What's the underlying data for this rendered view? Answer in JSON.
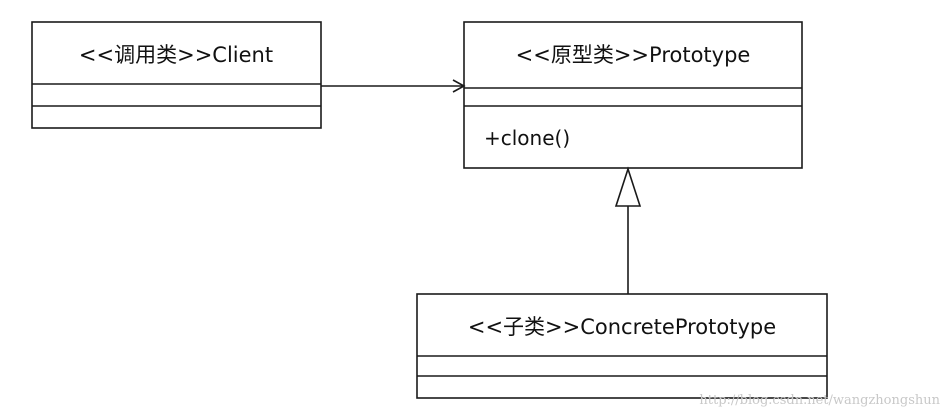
{
  "classes": {
    "client": {
      "title": "<<调用类>>Client",
      "operations": []
    },
    "prototype": {
      "title": "<<原型类>>Prototype",
      "operations": [
        "+clone()"
      ]
    },
    "concrete": {
      "title": "<<子类>>ConcretePrototype",
      "operations": []
    }
  },
  "relations": [
    {
      "from": "client",
      "to": "prototype",
      "type": "association"
    },
    {
      "from": "concrete",
      "to": "prototype",
      "type": "generalization"
    }
  ],
  "watermark": "http://blog.csdn.net/wangzhongshun"
}
